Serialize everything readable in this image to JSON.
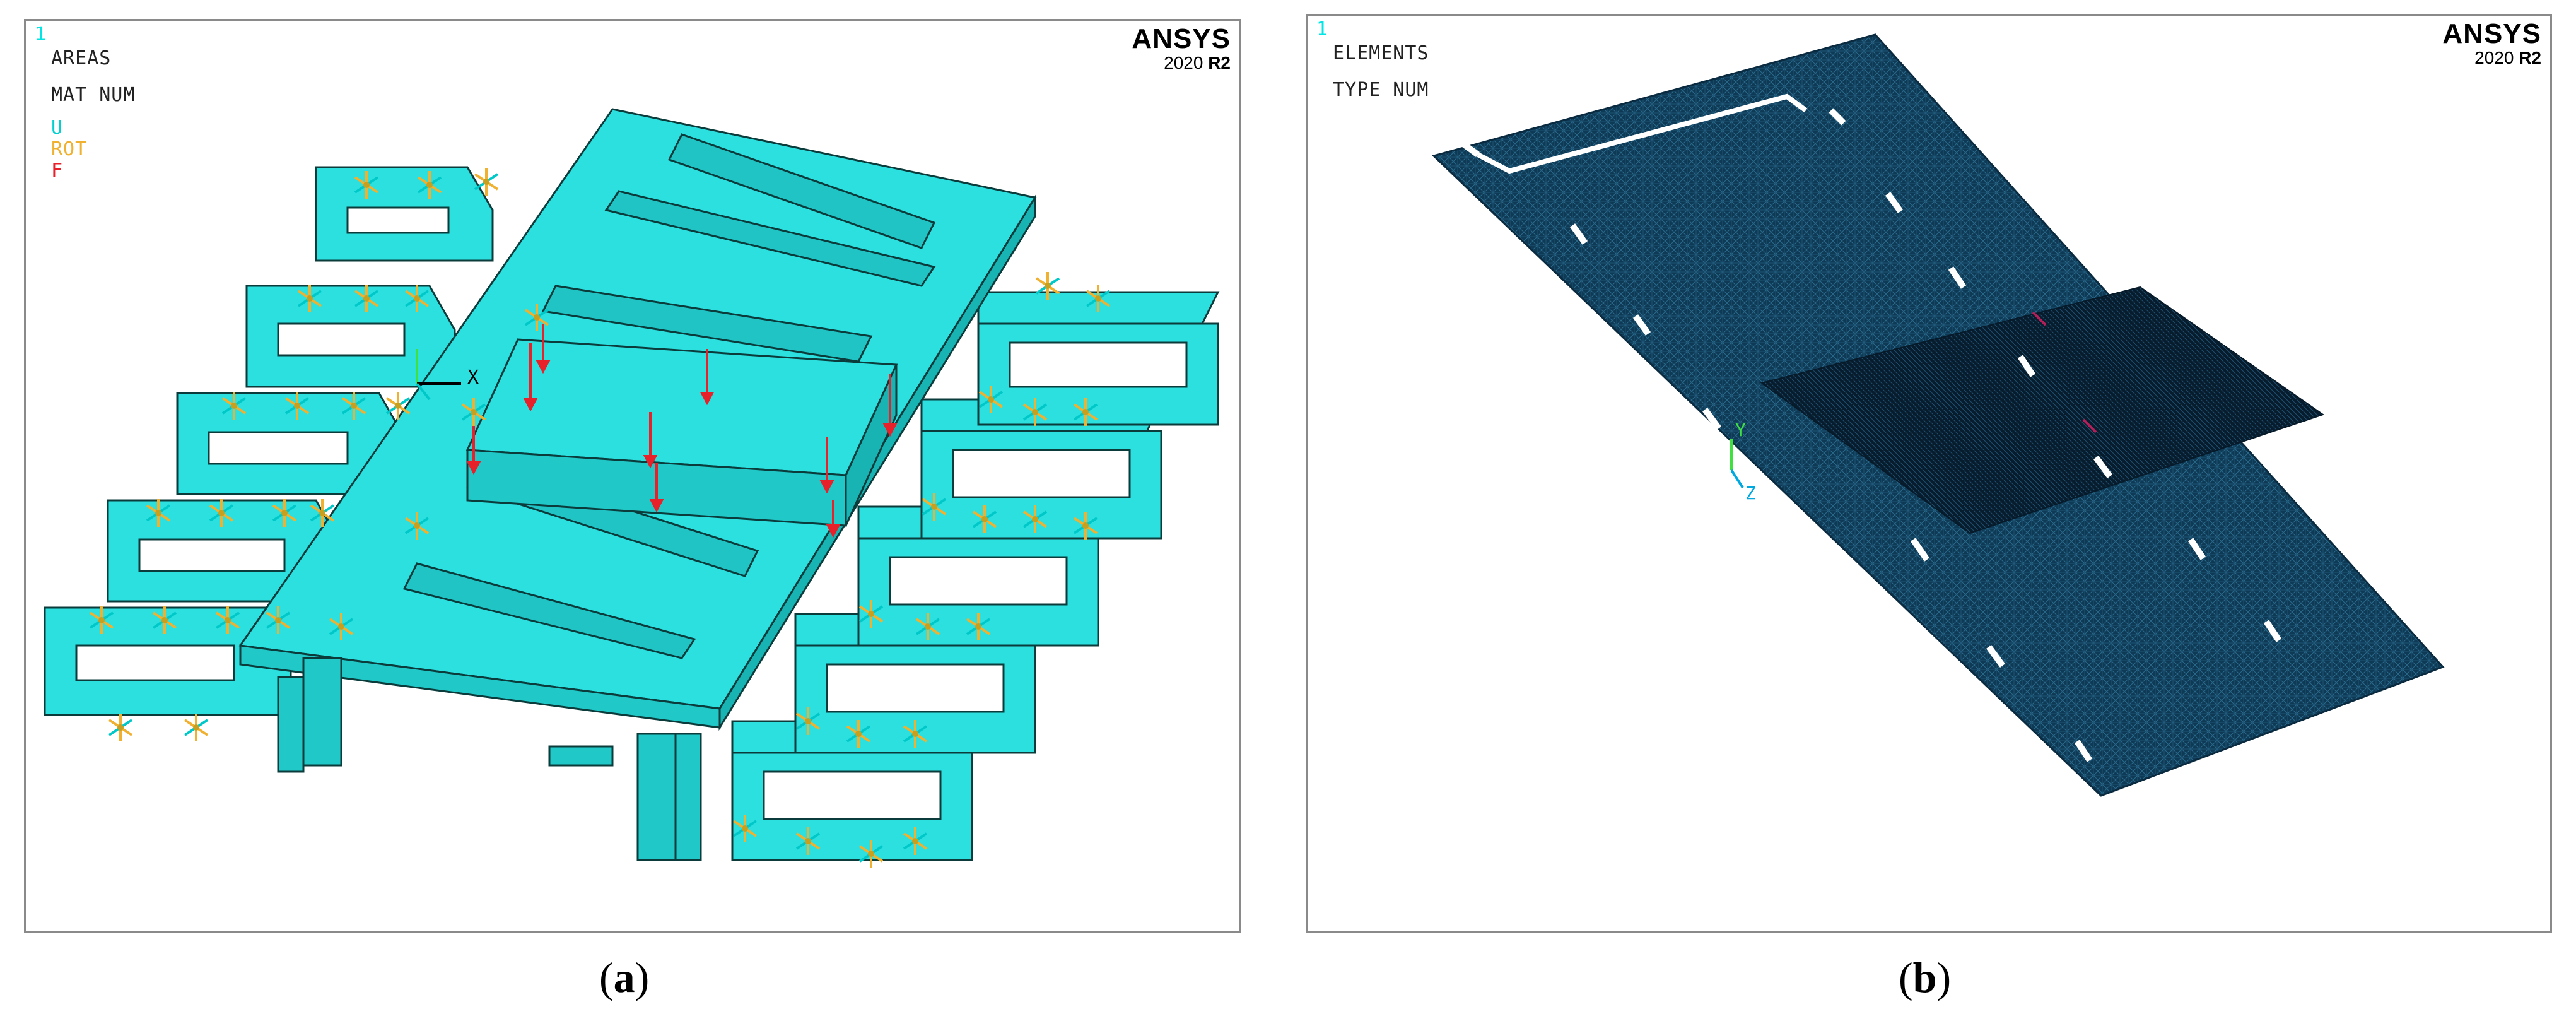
{
  "panel_a": {
    "window_number": "1",
    "legend": {
      "line1": "AREAS",
      "line2": "MAT  NUM",
      "constraint_u": "U",
      "constraint_rot": "ROT",
      "force_f": "F"
    },
    "brand": {
      "name": "ANSYS",
      "version": "2020",
      "release": "R2"
    },
    "triad_label": "X",
    "caption_letter": "a"
  },
  "panel_b": {
    "window_number": "1",
    "legend": {
      "line1": "ELEMENTS",
      "line2": "TYPE NUM"
    },
    "brand": {
      "name": "ANSYS",
      "version": "2020",
      "release": "R2"
    },
    "triad_y": "Y",
    "triad_z": "Z",
    "caption_letter": "b"
  },
  "colors": {
    "area_fill": "#2ce0e0",
    "area_edge": "#0b3b3b",
    "mesh_fill": "#0e3a56",
    "mesh_dark": "#061a2a",
    "u_color": "#00e5e5",
    "rot_color": "#f0b030",
    "force_color": "#e8202a"
  }
}
